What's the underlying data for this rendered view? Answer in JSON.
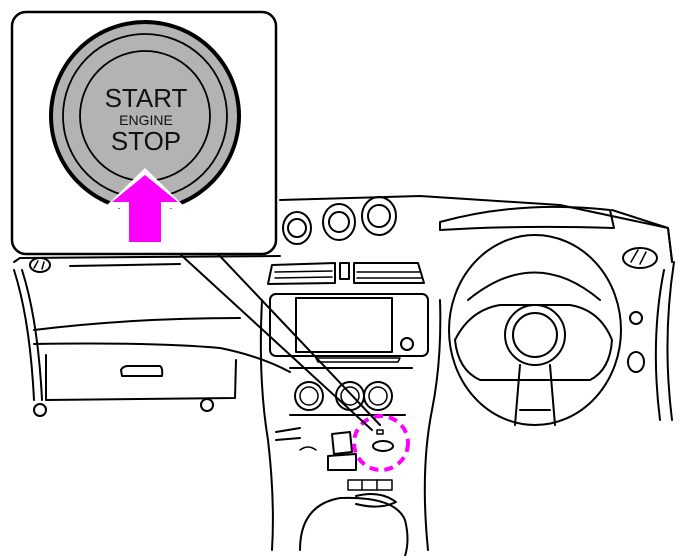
{
  "figure": {
    "subject": "Engine switch location on dashboard",
    "callout": {
      "button_labels": {
        "line1": "START",
        "line2": "ENGINE",
        "line3": "STOP"
      },
      "arrow_direction": "up",
      "arrow_meaning": "press"
    },
    "highlight": {
      "target": "engine-switch",
      "style": "dashed-circle"
    },
    "colors": {
      "accent": "#ff00ff",
      "button_fill": "#b3b3b3",
      "line": "#000000",
      "background": "#ffffff"
    }
  }
}
